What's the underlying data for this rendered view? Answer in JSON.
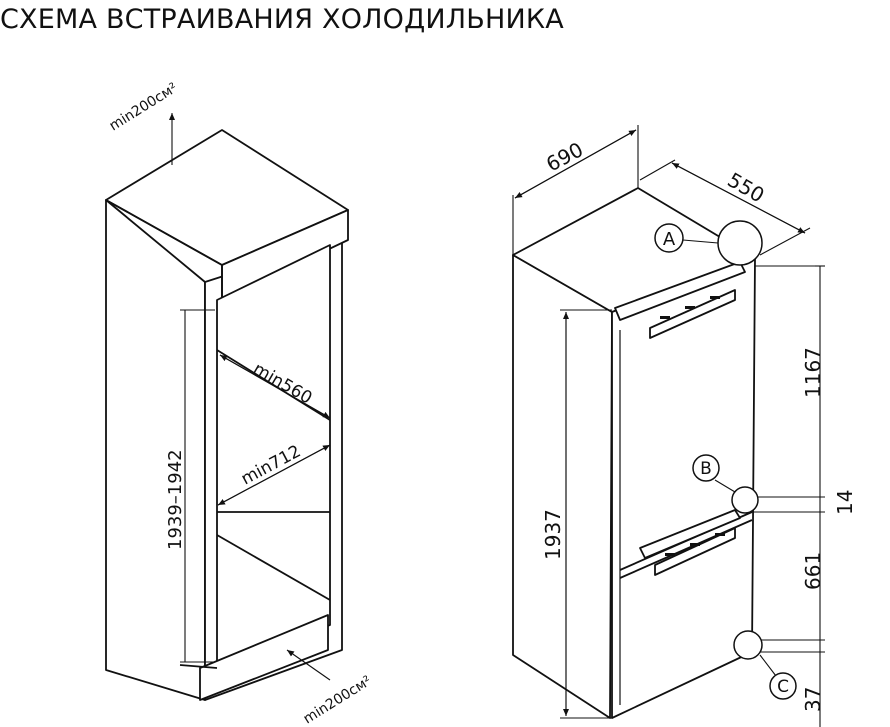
{
  "title": "СХЕМА ВСТРАИВАНИЯ ХОЛОДИЛЬНИКА",
  "niche": {
    "vent_top": "min200см²",
    "vent_bottom": "min200см²",
    "width": "min560",
    "depth": "min712",
    "height": "1939–1942"
  },
  "fridge": {
    "width": "690",
    "depth": "550",
    "height_total": "1937",
    "upper_section": "1167",
    "gap": "14",
    "lower_section": "661",
    "bottom_gap": "37"
  },
  "callouts": [
    "A",
    "B",
    "C"
  ]
}
